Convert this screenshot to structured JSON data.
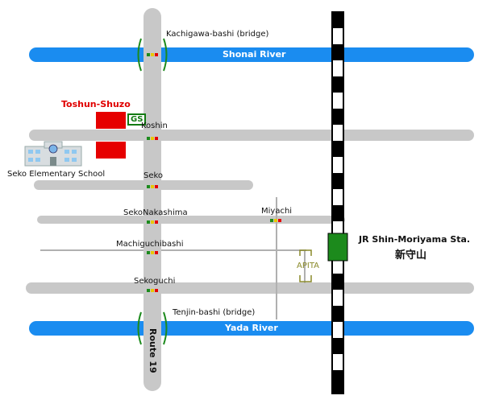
{
  "rivers": {
    "shonai": "Shonai River",
    "yada": "Yada River"
  },
  "bridges": {
    "kachigawa": "Kachigawa-bashi (bridge)",
    "tenjin": "Tenjin-bashi (bridge)"
  },
  "intersections": {
    "koshin": "Koshin",
    "seko": "Seko",
    "seko_nakashima": "SekoNakashima",
    "miyachi": "Miyachi",
    "machiguchibashi": "Machiguchibashi",
    "sekoguchi": "Sekoguchi"
  },
  "landmarks": {
    "brewery": "Toshun-Shuzo",
    "gas_station": "GS",
    "school": "Seko Elementary School",
    "store": "APITA"
  },
  "station": {
    "name_en": "JR Shin-Moriyama Sta.",
    "name_ja": "新守山"
  },
  "route": "Route 19",
  "colors": {
    "river": "#1a8cf0",
    "road": "#c8c8c8",
    "minor_road": "#b0b0b0",
    "rail": "#000000",
    "station": "#1c8a1c",
    "brewery": "#e60000",
    "bridge": "#1c8a1c"
  }
}
